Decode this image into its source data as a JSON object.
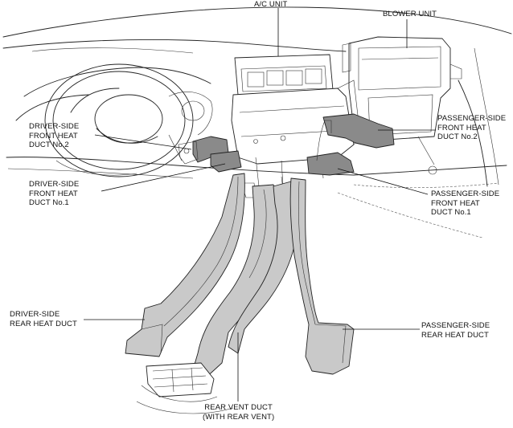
{
  "labels": {
    "ac_unit": "A/C UNIT",
    "blower_unit": "BLOWER UNIT",
    "driver_front_no2": [
      "DRIVER-SIDE",
      "FRONT HEAT",
      "DUCT No.2"
    ],
    "driver_front_no1": [
      "DRIVER-SIDE",
      "FRONT HEAT",
      "DUCT No.1"
    ],
    "passenger_front_no2": [
      "PASSENGER-SIDE",
      "FRONT HEAT",
      "DUCT No.2"
    ],
    "passenger_front_no1": [
      "PASSENGER-SIDE",
      "FRONT HEAT",
      "DUCT No.1"
    ],
    "driver_rear": [
      "DRIVER-SIDE",
      "REAR HEAT DUCT"
    ],
    "passenger_rear": [
      "PASSENGER-SIDE",
      "REAR HEAT DUCT"
    ],
    "rear_vent": [
      "REAR VENT DUCT",
      "(WITH REAR VENT)"
    ]
  },
  "colors": {
    "duct_fill": "#c9c9c9",
    "duct_dark_fill": "#8a8a8a",
    "line": "#222222",
    "background": "#ffffff"
  }
}
